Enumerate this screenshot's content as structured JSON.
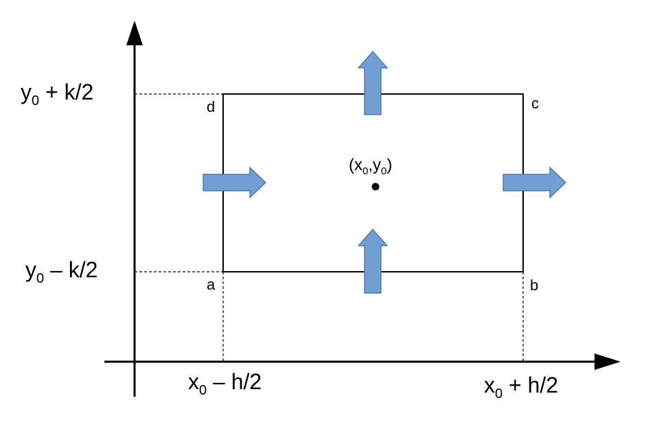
{
  "labels": {
    "y_top": {
      "base": "y",
      "sub": "0",
      "rest": " + k/2"
    },
    "y_bottom": {
      "base": "y",
      "sub": "0",
      "rest": " – k/2"
    },
    "x_left": {
      "base": "x",
      "sub": "0",
      "rest": " – h/2"
    },
    "x_right": {
      "base": "x",
      "sub": "0",
      "rest": " + h/2"
    },
    "center": {
      "open": "(x",
      "sub_x": "0",
      "comma": ",y",
      "sub_y": "0",
      "close": ")"
    }
  },
  "corners": {
    "a": "a",
    "b": "b",
    "c": "c",
    "d": "d"
  },
  "colors": {
    "arrow_fill": "#6f9fd3",
    "arrow_stroke": "#3e6aa4",
    "line": "#000000"
  }
}
